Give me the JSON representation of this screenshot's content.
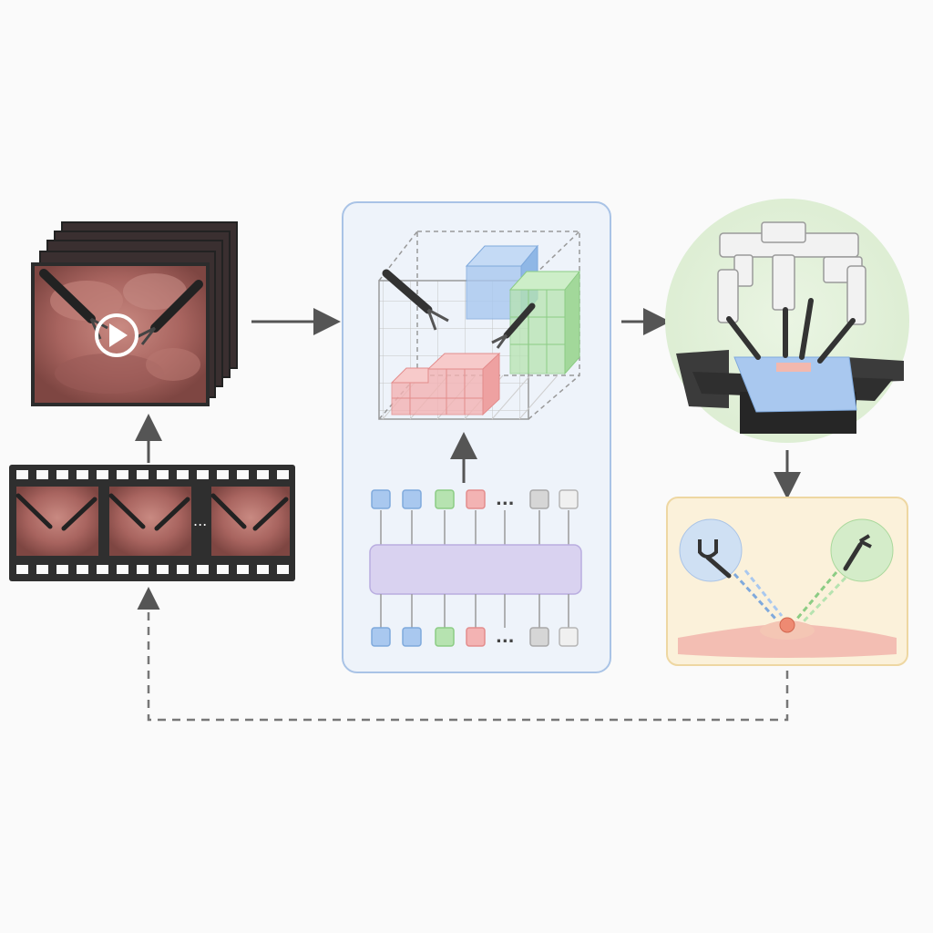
{
  "diagram": {
    "colors": {
      "background": "#fafafa",
      "panel_blue_bg": "#eef3fa",
      "panel_blue_border": "#a9c3e6",
      "token_blue": "#a9c8ef",
      "token_green": "#b6e3b0",
      "token_red": "#f3b3b3",
      "token_gray": "#d6d6d6",
      "token_light": "#f0f0f0",
      "transformer_bar": "#d9d2f0",
      "robot_bg": "#e6f2df",
      "result_panel_bg": "#fbf1da",
      "result_panel_border": "#eed7a2",
      "tissue": "#f2b8ae",
      "arrow": "#555555",
      "film": "#2f2f2f"
    },
    "ellipsis": "...",
    "token_sequence": [
      "blue",
      "blue",
      "green",
      "red",
      "ellipsis",
      "gray",
      "light"
    ],
    "icons": [
      "play-icon",
      "surgical-gripper-icon",
      "robot-arm-icon"
    ]
  }
}
